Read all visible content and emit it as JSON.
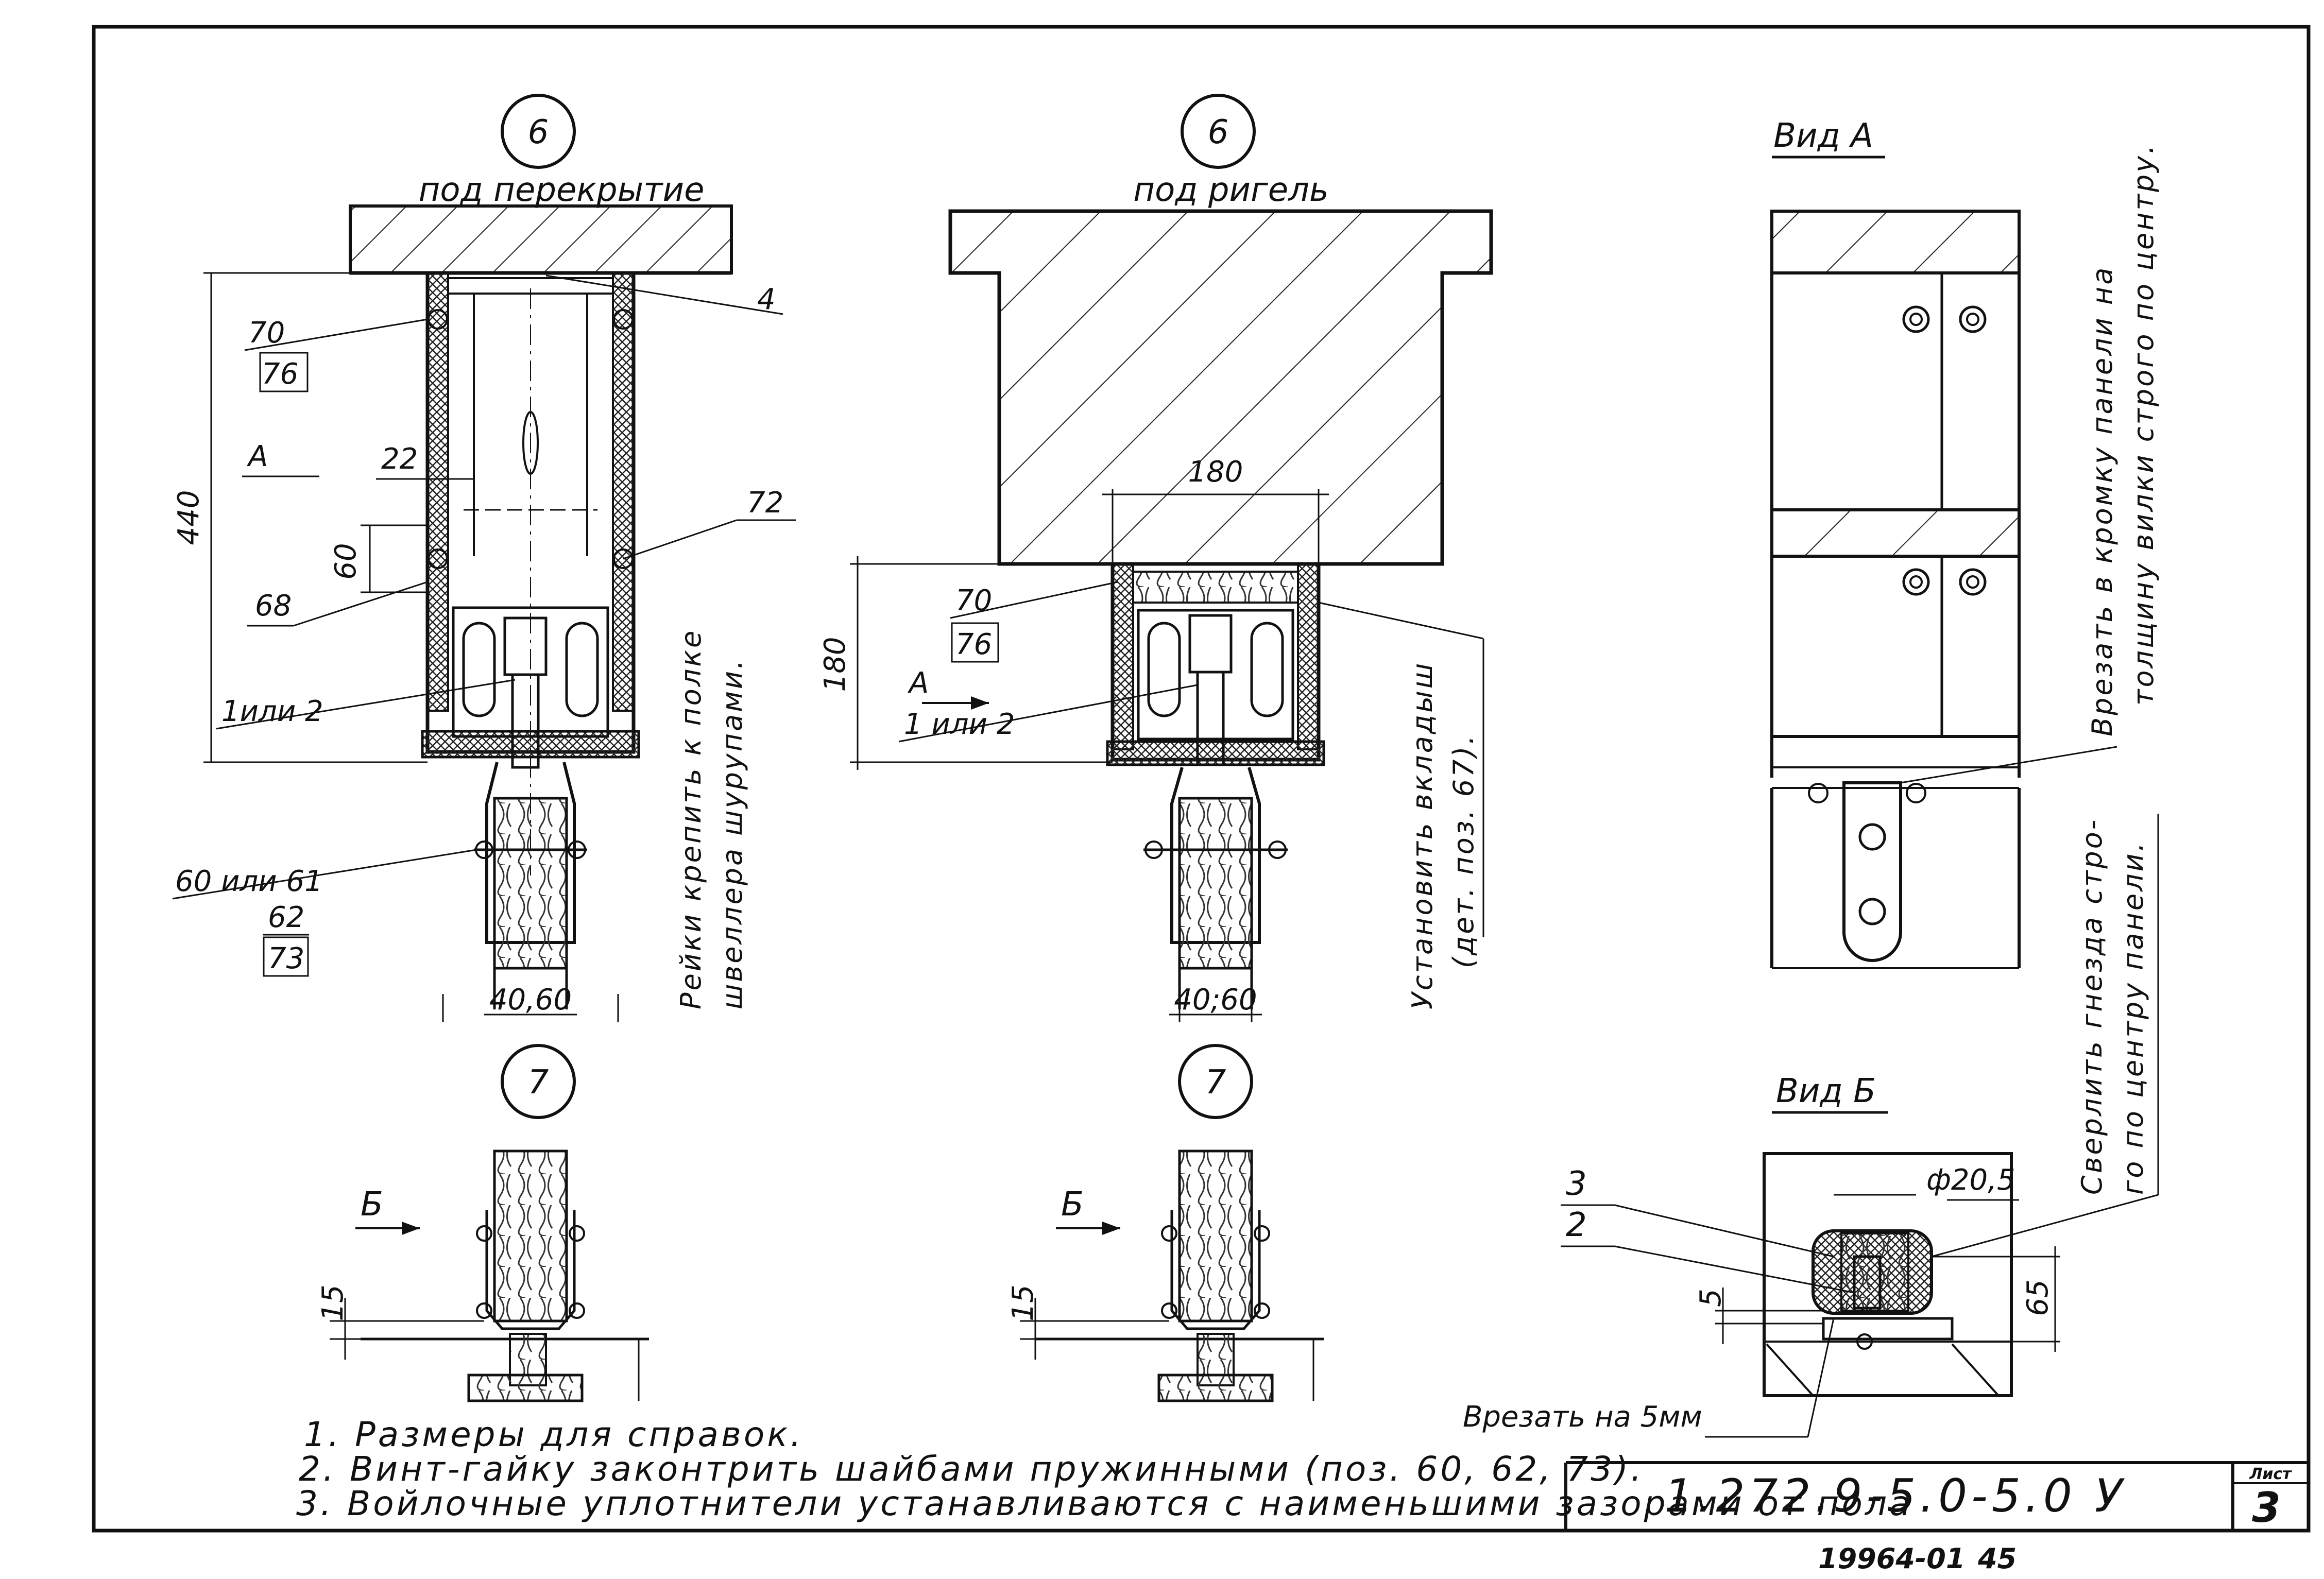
{
  "views": {
    "left_top": {
      "marker": "6",
      "title": "под перекрытие"
    },
    "mid_top": {
      "marker": "6",
      "title": "под ригель"
    },
    "left_bottom": {
      "marker": "7"
    },
    "mid_bottom": {
      "marker": "7"
    },
    "vid_a": {
      "title": "Вид А"
    },
    "vid_b": {
      "title": "Вид Б"
    }
  },
  "labels": {
    "p4": "4",
    "p70": "70",
    "p76": "76",
    "pA": "А",
    "d22": "22",
    "d440": "440",
    "d60": "60",
    "p68": "68",
    "p72": "72",
    "p1or2": "1или 2",
    "p60or61": "60 или 61",
    "p62": "62",
    "p73": "73",
    "w4060": "40,60",
    "d180w": "180",
    "d180h": "180",
    "p70b": "70",
    "p76b": "76",
    "pAb": "А",
    "p1or2b": "1 или 2",
    "w4060b": "40;60",
    "b1": "Б",
    "b2": "Б",
    "d15a": "15",
    "d15b": "15",
    "p3": "3",
    "p2": "2",
    "d5": "5",
    "phi": "ф20,5",
    "d65": "65",
    "cut5": "Врезать на 5мм"
  },
  "vertical_notes": {
    "rails": [
      "Рейки крепить к полке",
      "швеллера шурупами."
    ],
    "insert": [
      "Установить вкладыш",
      "(дет. поз. 67)."
    ],
    "cut_edge": [
      "Врезать в кромку панели на",
      "толщину вилки строго по центру."
    ],
    "drill": [
      "Сверлить гнезда стро-",
      "го по центру панели."
    ]
  },
  "notes": [
    "1. Размеры для справок.",
    "2. Винт-гайку законтрить шайбами пружинными (поз. 60, 62, 73).",
    "3. Войлочные уплотнители устанавливаются с наименьшими зазорами от пола"
  ],
  "title_block": {
    "code": "1.272.9-5.0-5.0 У",
    "sheet_label": "Лист",
    "sheet_number": "3"
  },
  "stamp": {
    "number": "19964-01",
    "page": "45"
  }
}
